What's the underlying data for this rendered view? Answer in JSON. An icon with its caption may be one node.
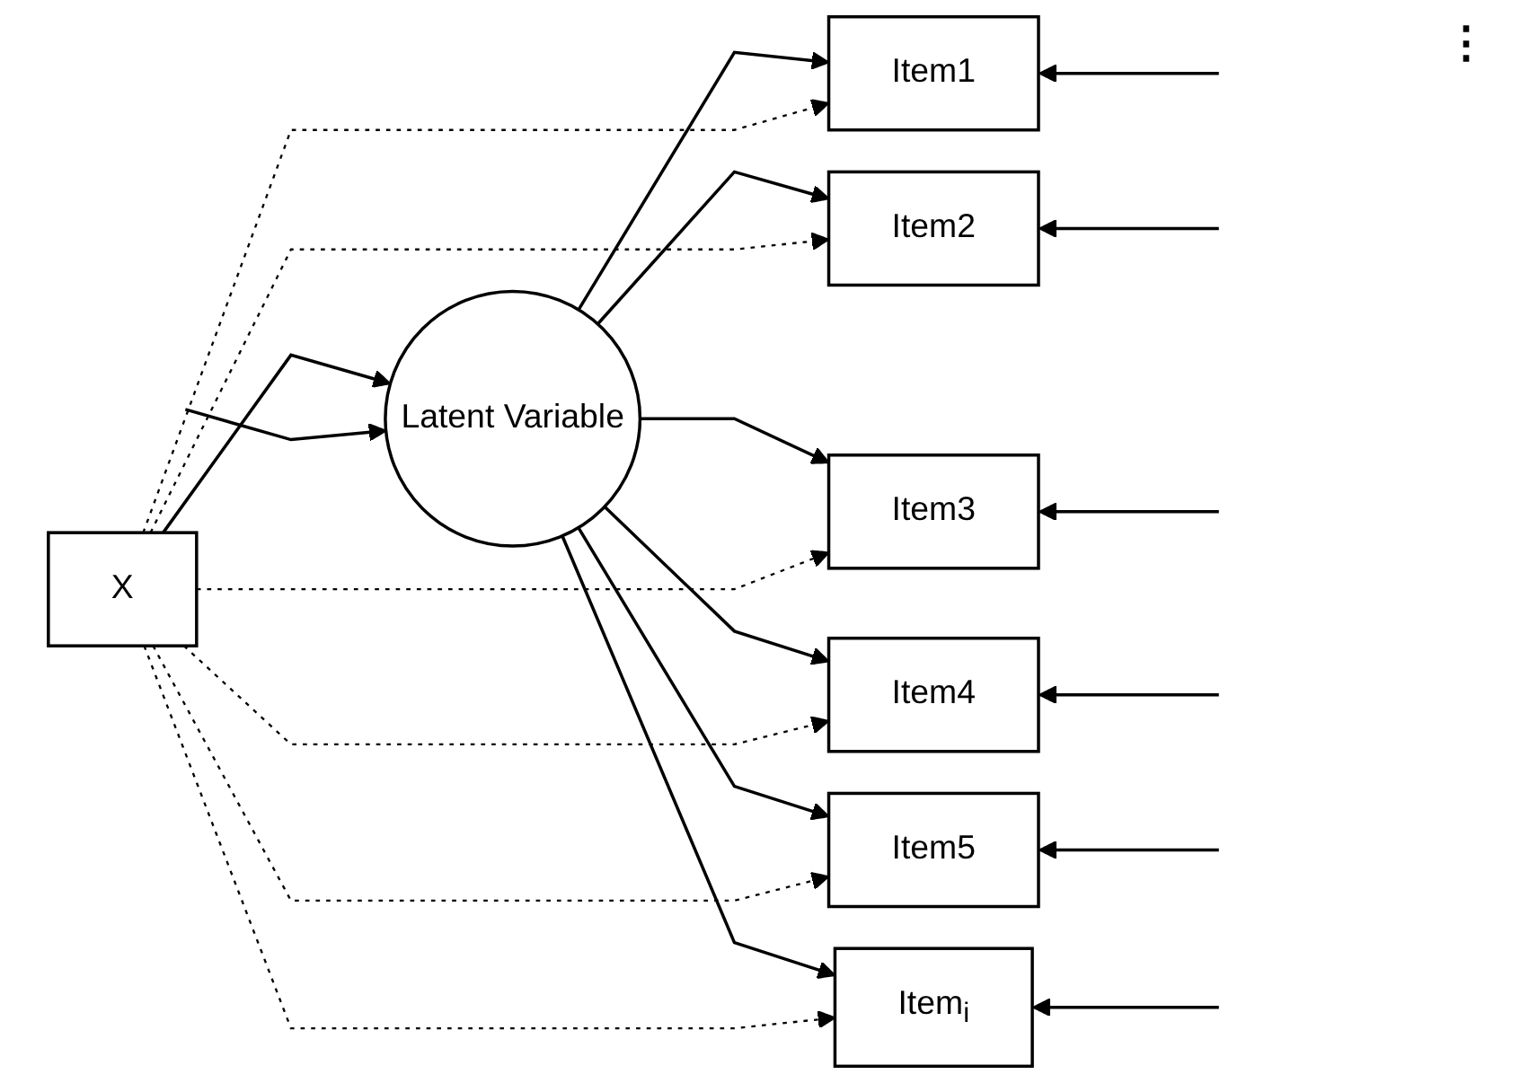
{
  "diagram": {
    "nodes": [
      {
        "text": [
          "X"
        ]
      },
      {
        "text": [
          "Latent Variable"
        ]
      },
      {
        "text": [
          "Item1"
        ]
      },
      {
        "text": [
          "Item2"
        ]
      },
      {
        "text": [
          "Item3"
        ]
      },
      {
        "text": [
          "Item4"
        ]
      },
      {
        "text": [
          "Item5"
        ]
      },
      {
        "text": [
          "Item$_{i}$"
        ]
      }
    ],
    "edges": [
      {
        "from": 0,
        "to": 1,
        "arrow": "to"
      },
      {
        "from": null,
        "to": 1,
        "arrow": "to"
      },
      {
        "from": 1,
        "to": 2,
        "arrow": "to"
      },
      {
        "from": 1,
        "to": 3,
        "arrow": "to"
      },
      {
        "from": 1,
        "to": 4,
        "arrow": "to"
      },
      {
        "from": 1,
        "to": 5,
        "arrow": "to"
      },
      {
        "from": 1,
        "to": 6,
        "arrow": "to"
      },
      {
        "from": 1,
        "to": 7,
        "arrow": "to"
      },
      {
        "from": 0,
        "to": 2,
        "arrow": "to",
        "style": "dashed"
      },
      {
        "from": 0,
        "to": 3,
        "arrow": "to",
        "style": "dashed"
      },
      {
        "from": 0,
        "to": 4,
        "arrow": "to",
        "style": "dashed"
      },
      {
        "from": 0,
        "to": 5,
        "arrow": "to",
        "style": "dashed"
      },
      {
        "from": 0,
        "to": 6,
        "arrow": "to",
        "style": "dashed"
      },
      {
        "from": 0,
        "to": 7,
        "arrow": "to",
        "style": "dashed"
      },
      {
        "from": null,
        "to": 2,
        "arrow": "to"
      },
      {
        "from": null,
        "to": 3,
        "arrow": "to"
      },
      {
        "from": null,
        "to": 4,
        "arrow": "to"
      },
      {
        "from": null,
        "to": 5,
        "arrow": "to"
      },
      {
        "from": null,
        "to": 6,
        "arrow": "to"
      },
      {
        "from": null,
        "to": 7,
        "arrow": "to"
      }
    ],
    "labels": [
      "⋮"
    ]
  }
}
